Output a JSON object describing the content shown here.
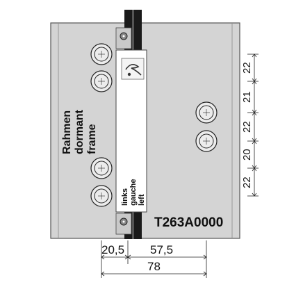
{
  "colors": {
    "plate": "#d4d4d4",
    "plate_stroke": "#555555",
    "strip": "#ffffff",
    "pin": "#1a1a1a",
    "hole_fill": "#ececec",
    "dim_line": "#222222"
  },
  "labels": {
    "frame_lines": [
      "Rahmen",
      "dormant",
      "frame"
    ],
    "leaf_lines": [
      "links",
      "gauche",
      "left"
    ],
    "part_number": "T263A0000"
  },
  "dimensions": {
    "vertical": [
      "22",
      "21",
      "22",
      "20",
      "22"
    ],
    "horizontal_inner_left": "20,5",
    "horizontal_inner_right": "57,5",
    "horizontal_total": "78"
  },
  "icons": {
    "logo": "manufacturer-logo",
    "screw": "screw-icon"
  }
}
